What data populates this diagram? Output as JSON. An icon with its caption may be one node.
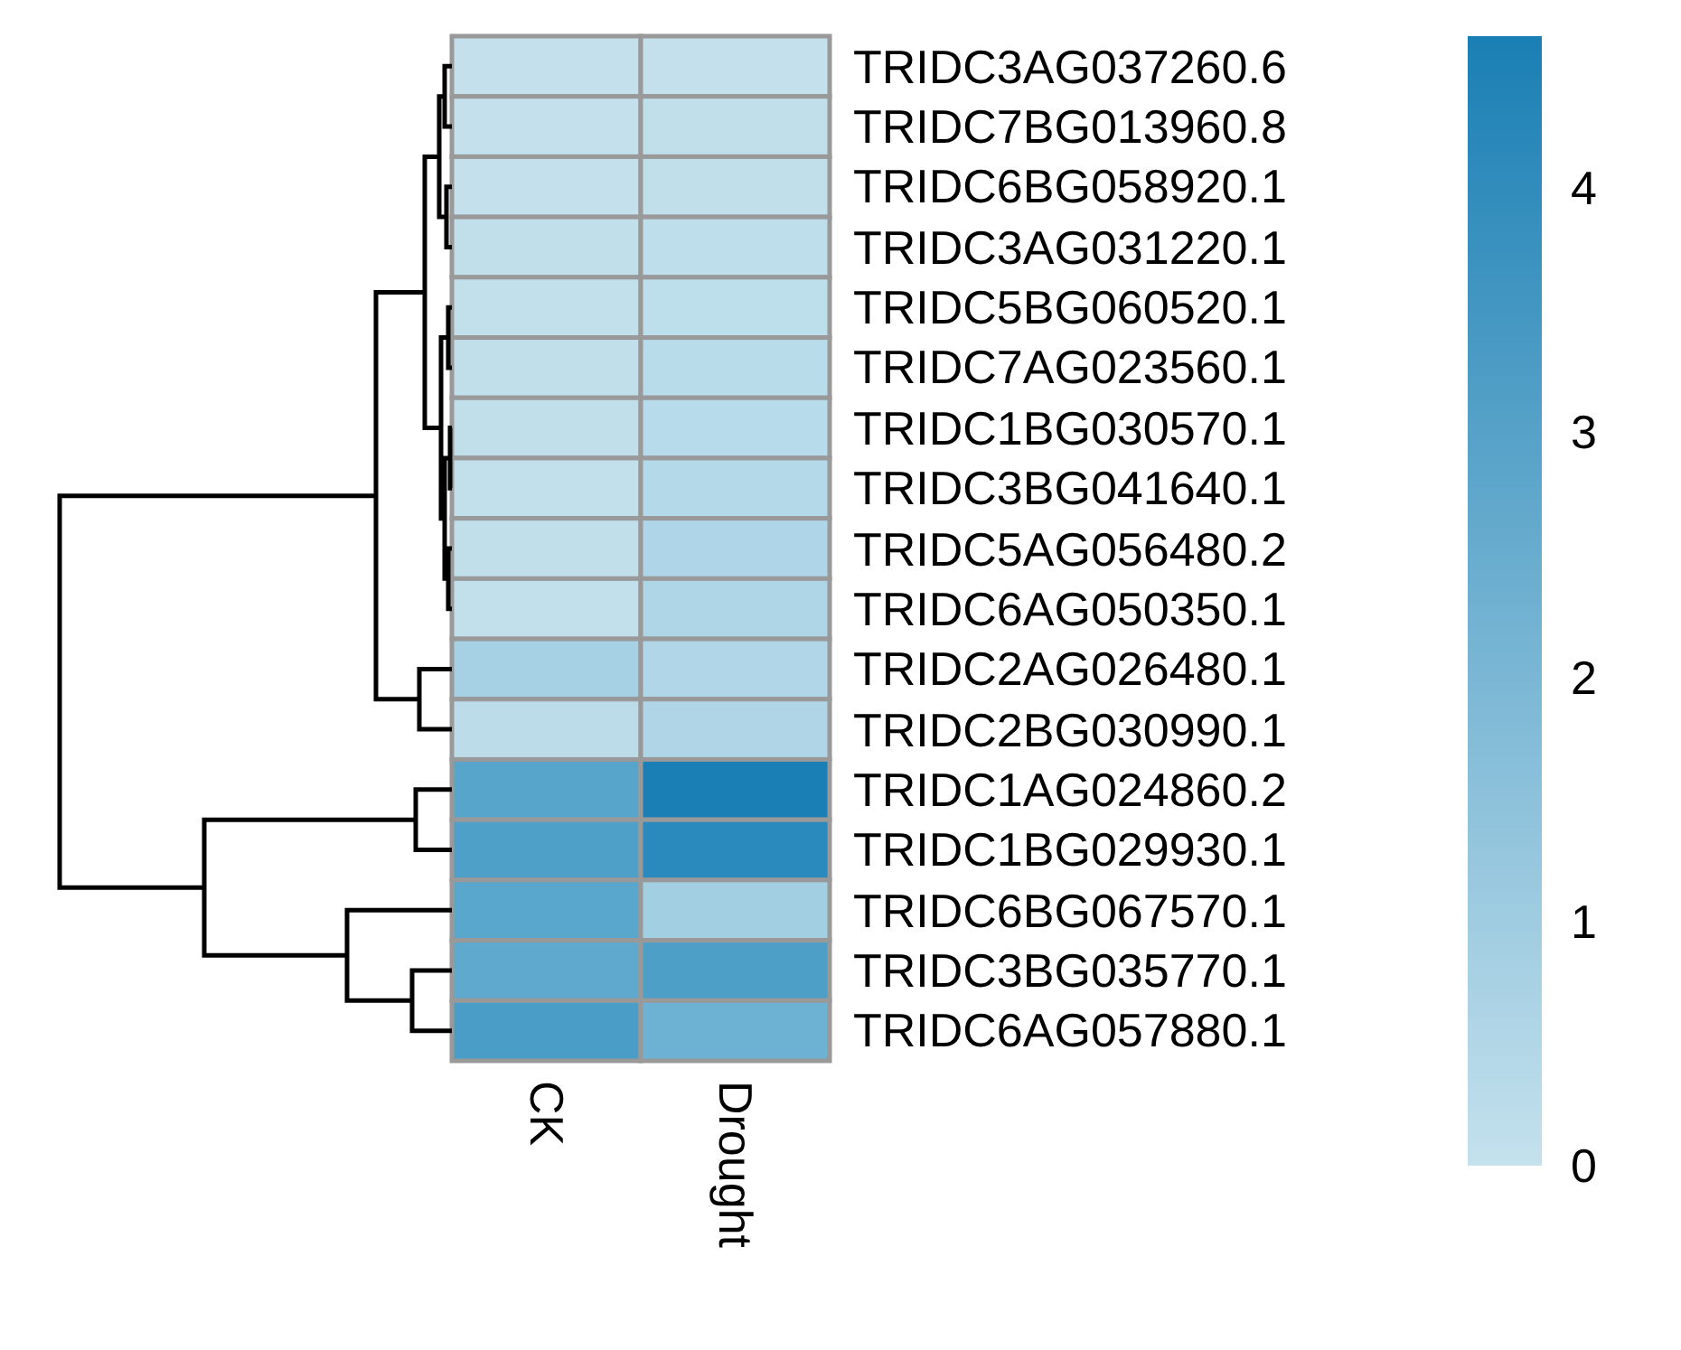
{
  "diagram": {
    "labels": [
      "TRIDC3AG037260.6",
      "TRIDC7BG013960.8",
      "TRIDC6BG058920.1",
      "TRIDC3AG031220.1",
      "TRIDC5BG060520.1",
      "TRIDC7AG023560.1",
      "TRIDC1BG030570.1",
      "TRIDC3BG041640.1",
      "TRIDC5AG056480.2",
      "TRIDC6AG050350.1",
      "TRIDC2AG026480.1",
      "TRIDC2BG030990.1",
      "TRIDC1AG024860.2",
      "TRIDC1BG029930.1",
      "TRIDC6BG067570.1",
      "TRIDC3BG035770.1",
      "TRIDC6AG057880.1",
      "CK",
      "Drought",
      "4",
      "3",
      "2",
      "1",
      "0"
    ]
  }
}
